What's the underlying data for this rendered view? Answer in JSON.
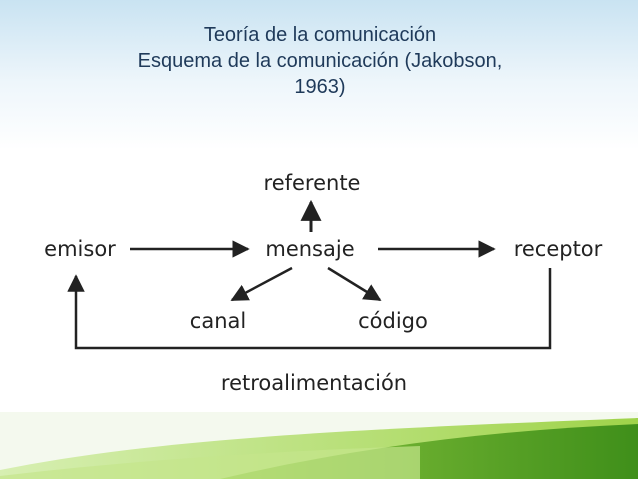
{
  "slide": {
    "title_line1": "Teoría de la comunicación",
    "title_line2": "Esquema de la comunicación (Jakobson,",
    "title_line3": "1963)"
  },
  "diagram": {
    "nodes": {
      "referente": "referente",
      "emisor": "emisor",
      "mensaje": "mensaje",
      "receptor": "receptor",
      "canal": "canal",
      "codigo": "código",
      "retroalimentacion": "retroalimentación"
    }
  },
  "colors": {
    "title": "#1f3a5a",
    "sky_top": "#cfe6f4",
    "sky_bottom": "#ffffff",
    "grass_light": "#a8d94a",
    "grass_dark": "#4f9a1e",
    "ink": "#222222"
  }
}
